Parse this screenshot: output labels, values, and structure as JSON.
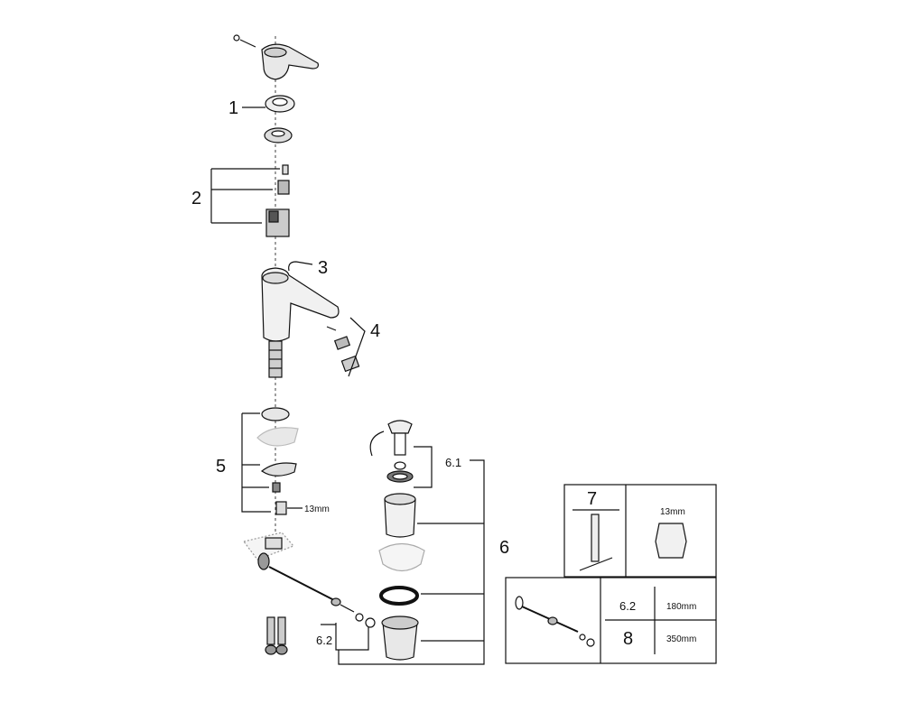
{
  "labels": {
    "l1": "1",
    "l2": "2",
    "l3": "3",
    "l4": "4",
    "l5": "5",
    "l6": "6",
    "l61": "6.1",
    "l62": "6.2",
    "l5_size": "13mm"
  },
  "inset": {
    "l7": "7",
    "l7_size": "13mm",
    "l62": "6.2",
    "l62_size": "180mm",
    "l8": "8",
    "l8_size": "350mm"
  },
  "colors": {
    "line": "#111111",
    "fill": "#ffffff",
    "shade": "#d9d9d9"
  }
}
